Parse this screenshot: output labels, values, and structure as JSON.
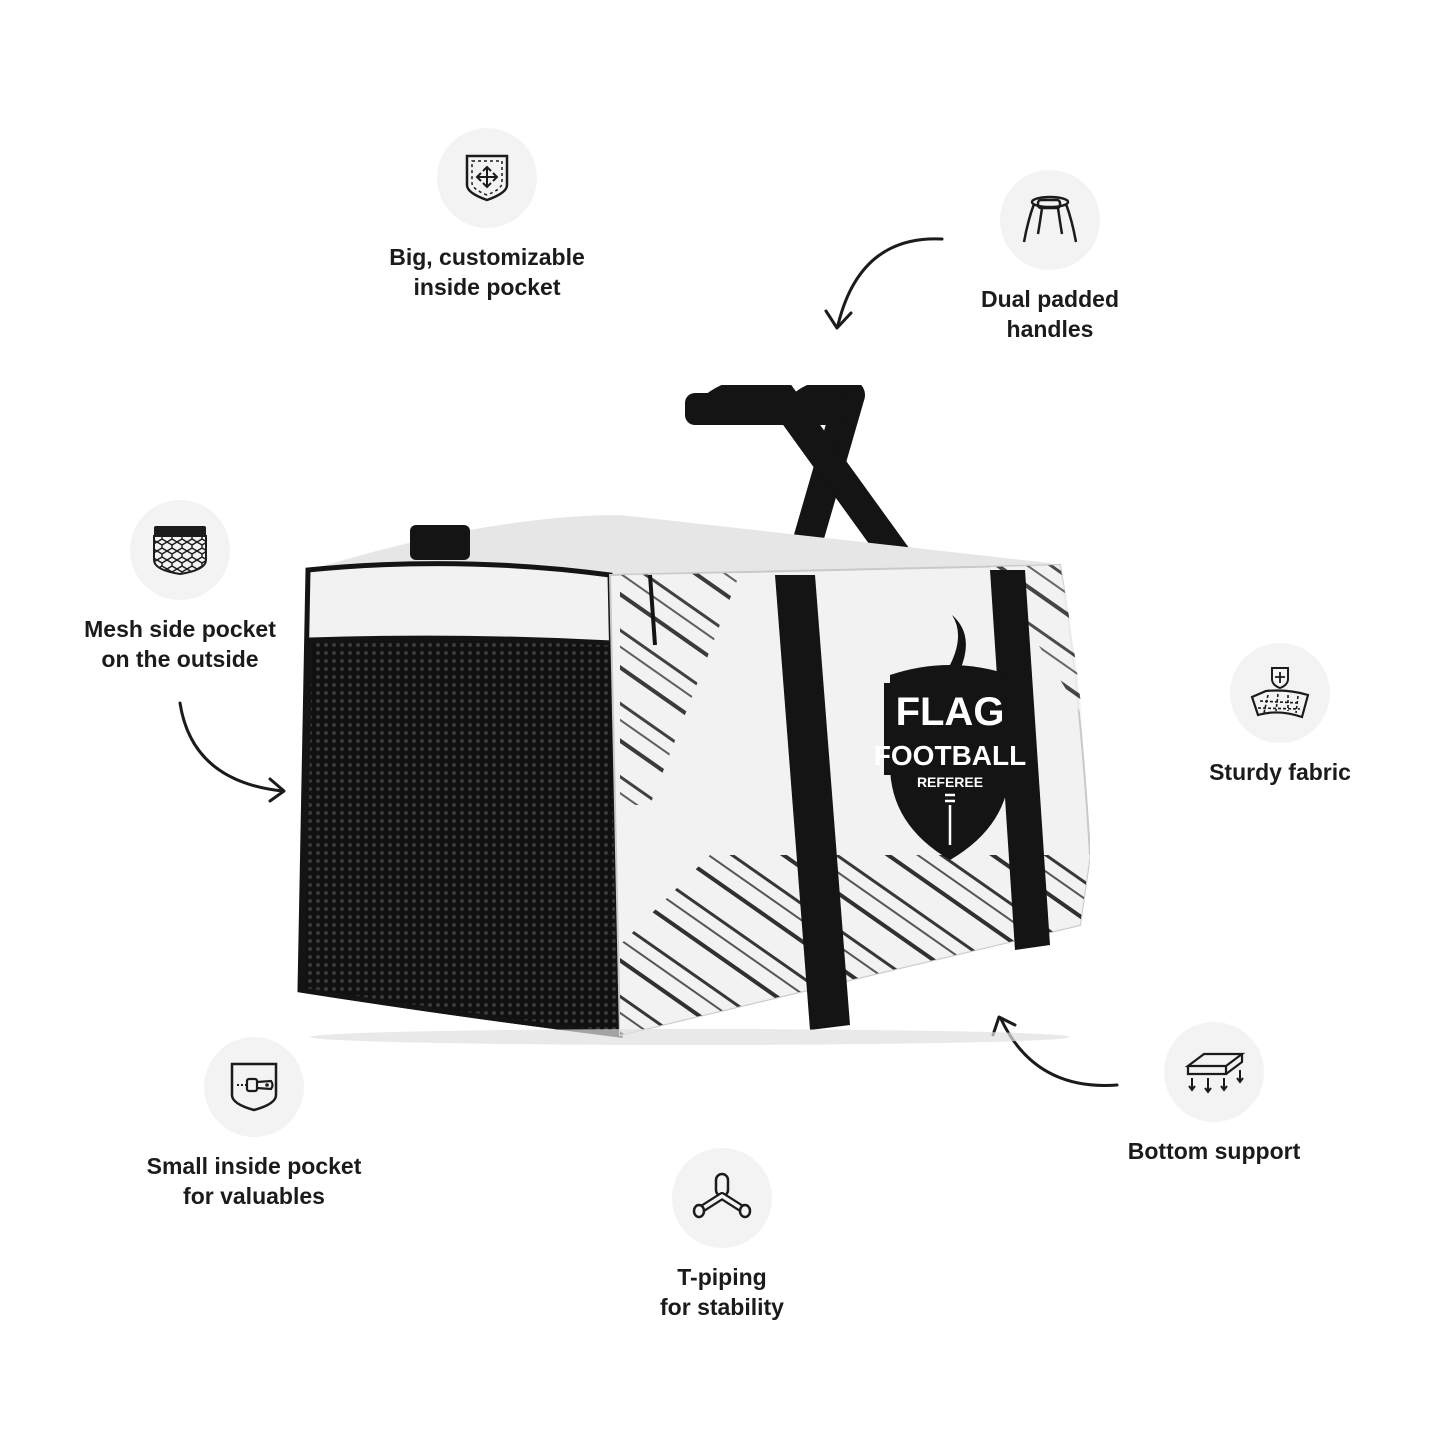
{
  "features": [
    {
      "id": "inside-pocket",
      "icon": "pocket-arrows-icon",
      "label": "Big, customizable\ninside pocket"
    },
    {
      "id": "handles",
      "icon": "padded-handle-icon",
      "label": "Dual padded\nhandles"
    },
    {
      "id": "mesh-pocket",
      "icon": "mesh-icon",
      "label": "Mesh side pocket\non the outside"
    },
    {
      "id": "fabric",
      "icon": "sturdy-fabric-icon",
      "label": "Sturdy fabric"
    },
    {
      "id": "small-pocket",
      "icon": "zipper-pocket-icon",
      "label": "Small inside pocket\nfor valuables"
    },
    {
      "id": "t-piping",
      "icon": "t-piping-icon",
      "label": "T-piping\nfor stability"
    },
    {
      "id": "bottom",
      "icon": "bottom-support-icon",
      "label": "Bottom support"
    }
  ],
  "product": {
    "logo_line1": "FLAG",
    "logo_line2": "FOOTBALL",
    "logo_line3": "REFEREE"
  },
  "colors": {
    "ink": "#1b1b1b",
    "icon_bg": "#f3f3f3",
    "bag_white": "#f2f2f2",
    "bag_black": "#141414"
  }
}
